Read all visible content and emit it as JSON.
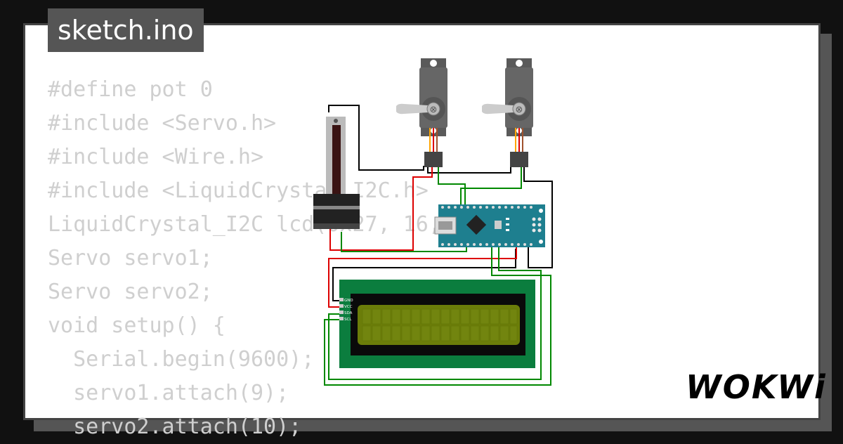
{
  "header": {
    "filename": "sketch.ino"
  },
  "code_lines": [
    "#define pot 0",
    "#include <Servo.h>",
    "#include <Wire.h>",
    "#include <LiquidCrystal_I2C.h>",
    "LiquidCrystal_I2C lcd(0x27, 16, 2);",
    "Servo servo1;",
    "Servo servo2;",
    "void setup() {",
    "  Serial.begin(9600);",
    "  servo1.attach(9);",
    "  servo2.attach(10);"
  ],
  "lcd_pins": [
    "GND",
    "VCC",
    "SDA",
    "SCL"
  ],
  "brand": {
    "name": "WOKWi"
  },
  "icons": [
    "servo-icon",
    "slide-potentiometer-icon",
    "arduino-nano-icon",
    "lcd-display-icon",
    "usb-connector-icon"
  ],
  "colors": {
    "background": "#111111",
    "card": "#ffffff",
    "code_text": "#cfcfcf",
    "tab": "#555555",
    "wire_black": "#000000",
    "wire_red": "#dd0000",
    "wire_green": "#008800",
    "lcd_board": "#0b7d3e",
    "lcd_screen": "#6b7d09",
    "arduino_board": "#1e7f8f",
    "servo_body": "#5a5a5a"
  }
}
